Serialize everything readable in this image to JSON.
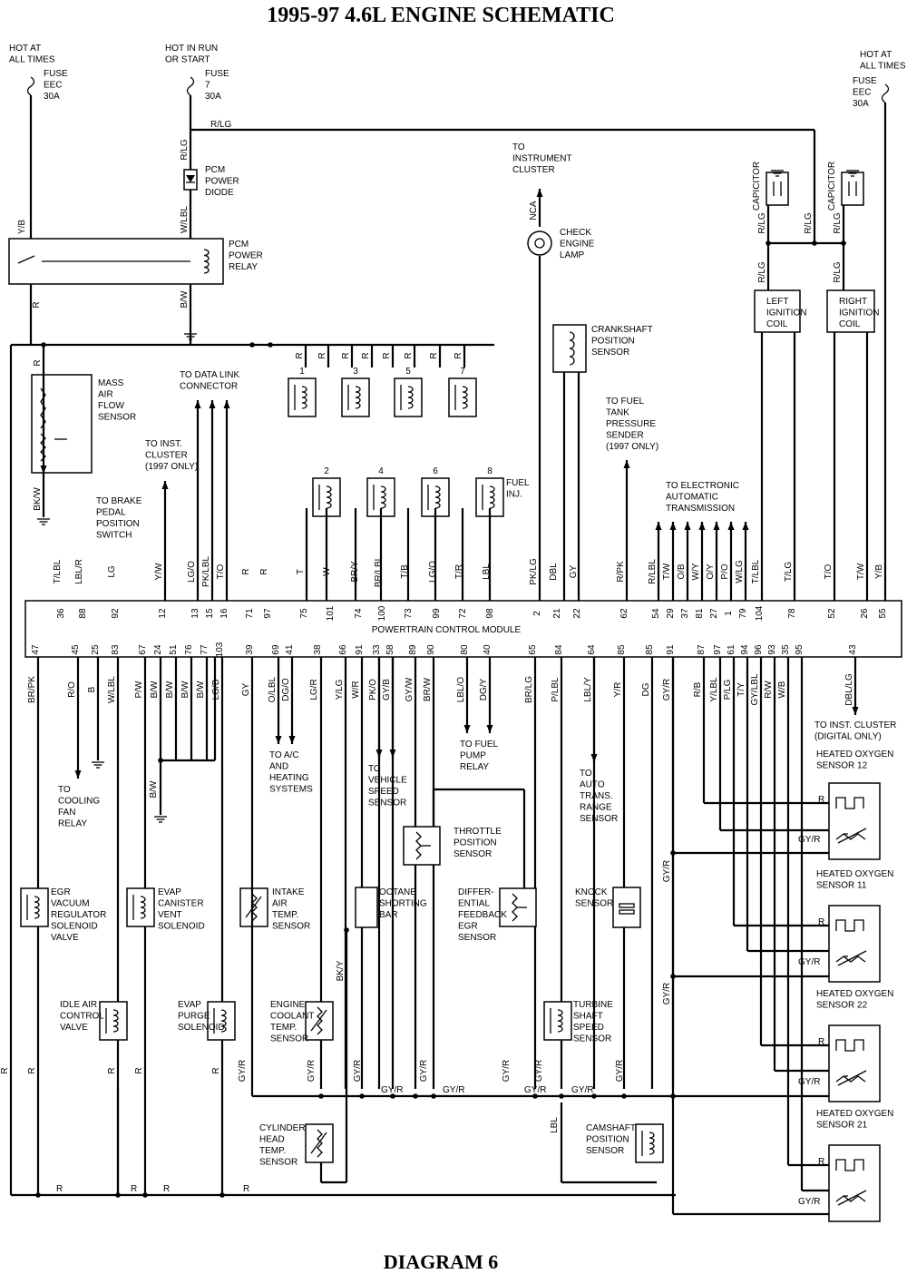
{
  "title": "1995-97 4.6L ENGINE SCHEMATIC",
  "footer": "DIAGRAM 6",
  "power": {
    "hot_left": [
      "HOT AT",
      "ALL TIMES"
    ],
    "fuse_left": [
      "FUSE",
      "EEC",
      "30A"
    ],
    "hot_mid": [
      "HOT IN RUN",
      "OR START"
    ],
    "fuse_mid": [
      "FUSE",
      "7",
      "30A"
    ],
    "hot_right": [
      "HOT AT",
      "ALL TIMES"
    ],
    "fuse_right": [
      "FUSE",
      "EEC",
      "30A"
    ],
    "top_wire": "R/LG"
  },
  "components": {
    "pcm_diode": [
      "PCM",
      "POWER",
      "DIODE"
    ],
    "pcm_relay": [
      "PCM",
      "POWER",
      "RELAY"
    ],
    "maf": [
      "MASS",
      "AIR",
      "FLOW",
      "SENSOR"
    ],
    "data_link": [
      "TO DATA LINK",
      "CONNECTOR"
    ],
    "inst_cluster_97": [
      "TO INST.",
      "CLUSTER",
      "(1997 ONLY)"
    ],
    "brake_switch": [
      "TO BRAKE",
      "PEDAL",
      "POSITION",
      "SWITCH"
    ],
    "injector_odd": [
      "1",
      "3",
      "5",
      "7"
    ],
    "injector_even": [
      "2",
      "4",
      "6",
      "8"
    ],
    "fuel_inj": [
      "FUEL",
      "INJ."
    ],
    "to_cluster": [
      "TO",
      "INSTRUMENT",
      "CLUSTER"
    ],
    "check_engine": [
      "CHECK",
      "ENGINE",
      "LAMP"
    ],
    "crank_sensor": [
      "CRANKSHAFT",
      "POSITION",
      "SENSOR"
    ],
    "fuel_tank_sender": [
      "TO FUEL",
      "TANK",
      "PRESSURE",
      "SENDER",
      "(1997 ONLY)"
    ],
    "trans": [
      "TO ELECTRONIC",
      "AUTOMATIC",
      "TRANSMISSION"
    ],
    "capacitor": "CAPICITOR",
    "left_coil": [
      "LEFT",
      "IGNITION",
      "COIL"
    ],
    "right_coil": [
      "RIGHT",
      "IGNITION",
      "COIL"
    ],
    "pcm": "POWERTRAIN CONTROL MODULE",
    "cooling_fan": [
      "TO",
      "COOLING",
      "FAN",
      "RELAY"
    ],
    "ac": [
      "TO A/C",
      "AND",
      "HEATING",
      "SYSTEMS"
    ],
    "vss": [
      "TO",
      "VEHICLE",
      "SPEED",
      "SENSOR"
    ],
    "fuel_pump": [
      "TO FUEL",
      "PUMP",
      "RELAY"
    ],
    "trans_range": [
      "TO",
      "AUTO",
      "TRANS.",
      "RANGE",
      "SENSOR"
    ],
    "inst_digital": [
      "TO INST. CLUSTER",
      "(DIGITAL ONLY)"
    ],
    "tps": [
      "THROTTLE",
      "POSITION",
      "SENSOR"
    ],
    "egr_vac": [
      "EGR",
      "VACUUM",
      "REGULATOR",
      "SOLENOID",
      "VALVE"
    ],
    "evap_vent": [
      "EVAP",
      "CANISTER",
      "VENT",
      "SOLENOID"
    ],
    "iat": [
      "INTAKE",
      "AIR",
      "TEMP.",
      "SENSOR"
    ],
    "octane": [
      "OCTANE",
      "SHORTING",
      "BAR"
    ],
    "dfe": [
      "DIFFER-",
      "ENTIAL",
      "FEEDBACK",
      "EGR",
      "SENSOR"
    ],
    "knock": [
      "KNOCK",
      "SENSOR"
    ],
    "iac": [
      "IDLE AIR",
      "CONTROL",
      "VALVE"
    ],
    "evap_purge": [
      "EVAP",
      "PURGE",
      "SOLENOID"
    ],
    "ect": [
      "ENGINE",
      "COOLANT",
      "TEMP.",
      "SENSOR"
    ],
    "tss": [
      "TURBINE",
      "SHAFT",
      "SPEED",
      "SENSOR"
    ],
    "cht": [
      "CYLINDER",
      "HEAD",
      "TEMP.",
      "SENSOR"
    ],
    "cmp": [
      "CAMSHAFT",
      "POSITION",
      "SENSOR"
    ],
    "ho2s_12": [
      "HEATED OXYGEN",
      "SENSOR 12"
    ],
    "ho2s_11": [
      "HEATED OXYGEN",
      "SENSOR 11"
    ],
    "ho2s_22": [
      "HEATED OXYGEN",
      "SENSOR 22"
    ],
    "ho2s_21": [
      "HEATED OXYGEN",
      "SENSOR 21"
    ]
  },
  "top_pins": [
    {
      "pin": "36",
      "wire": "T/LBL"
    },
    {
      "pin": "88",
      "wire": "LBL/R"
    },
    {
      "pin": "92",
      "wire": "LG"
    },
    {
      "pin": "12",
      "wire": "Y/W"
    },
    {
      "pin": "13",
      "wire": "LG/O"
    },
    {
      "pin": "15",
      "wire": "PK/LBL"
    },
    {
      "pin": "16",
      "wire": "T/O"
    },
    {
      "pin": "71",
      "wire": "R"
    },
    {
      "pin": "97",
      "wire": "R"
    },
    {
      "pin": "75",
      "wire": "T"
    },
    {
      "pin": "101",
      "wire": "W"
    },
    {
      "pin": "74",
      "wire": "BR/Y"
    },
    {
      "pin": "100",
      "wire": "BR/LBL"
    },
    {
      "pin": "73",
      "wire": "T/B"
    },
    {
      "pin": "99",
      "wire": "LG/O"
    },
    {
      "pin": "72",
      "wire": "T/R"
    },
    {
      "pin": "98",
      "wire": "LBL"
    },
    {
      "pin": "2",
      "wire": "PK/LG"
    },
    {
      "pin": "21",
      "wire": "DBL"
    },
    {
      "pin": "22",
      "wire": "GY"
    },
    {
      "pin": "62",
      "wire": "R/PK"
    },
    {
      "pin": "54",
      "wire": "R/LBL"
    },
    {
      "pin": "29",
      "wire": "T/W"
    },
    {
      "pin": "37",
      "wire": "O/B"
    },
    {
      "pin": "81",
      "wire": "W/Y"
    },
    {
      "pin": "27",
      "wire": "O/Y"
    },
    {
      "pin": "1",
      "wire": "P/O"
    },
    {
      "pin": "79",
      "wire": "W/LG"
    },
    {
      "pin": "104",
      "wire": "T/LBL"
    },
    {
      "pin": "78",
      "wire": "T/LG"
    },
    {
      "pin": "52",
      "wire": "T/O"
    },
    {
      "pin": "26",
      "wire": "T/W"
    },
    {
      "pin": "55",
      "wire": "Y/B"
    }
  ],
  "bottom_pins": [
    {
      "pin": "47",
      "wire": "BR/PK"
    },
    {
      "pin": "45",
      "wire": "R/O"
    },
    {
      "pin": "25",
      "wire": "B"
    },
    {
      "pin": "83",
      "wire": "W/LBL"
    },
    {
      "pin": "67",
      "wire": "P/W"
    },
    {
      "pin": "24",
      "wire": "B/W"
    },
    {
      "pin": "51",
      "wire": "B/W"
    },
    {
      "pin": "76",
      "wire": "B/W"
    },
    {
      "pin": "77",
      "wire": "B/W"
    },
    {
      "pin": "103",
      "wire": "LG/B"
    },
    {
      "pin": "39",
      "wire": "GY"
    },
    {
      "pin": "69",
      "wire": "O/LBL"
    },
    {
      "pin": "41",
      "wire": "DG/O"
    },
    {
      "pin": "38",
      "wire": "LG/R"
    },
    {
      "pin": "66",
      "wire": "Y/LG"
    },
    {
      "pin": "91",
      "wire": "W/R"
    },
    {
      "pin": "33",
      "wire": "PK/O"
    },
    {
      "pin": "58",
      "wire": "GY/B"
    },
    {
      "pin": "89",
      "wire": "GY/W"
    },
    {
      "pin": "90",
      "wire": "BR/W"
    },
    {
      "pin": "80",
      "wire": "LBL/O"
    },
    {
      "pin": "40",
      "wire": "DG/Y"
    },
    {
      "pin": "65",
      "wire": "BR/LG"
    },
    {
      "pin": "84",
      "wire": "P/LBL"
    },
    {
      "pin": "64",
      "wire": "LBL/Y"
    },
    {
      "pin": "85",
      "wire": "Y/R"
    },
    {
      "pin": "85",
      "wire": "DG"
    },
    {
      "pin": "91",
      "wire": "GY/R"
    },
    {
      "pin": "87",
      "wire": "R/B"
    },
    {
      "pin": "97",
      "wire": "Y/LBL"
    },
    {
      "pin": "61",
      "wire": "P/LG"
    },
    {
      "pin": "94",
      "wire": "T/Y"
    },
    {
      "pin": "96",
      "wire": "GY/LBL"
    },
    {
      "pin": "93",
      "wire": "R/W"
    },
    {
      "pin": "35",
      "wire": "W/B"
    },
    {
      "pin": "95",
      "wire": ""
    },
    {
      "pin": "43",
      "wire": "DBL/LG"
    }
  ],
  "misc_wires": {
    "yb": "Y/B",
    "r": "R",
    "wlbl": "W/LBL",
    "bw": "B/W",
    "bkw": "BK/W",
    "nca": "NCA",
    "rlg": "R/LG",
    "gyr": "GY/R",
    "bky": "BK/Y",
    "lbl": "LBL"
  }
}
